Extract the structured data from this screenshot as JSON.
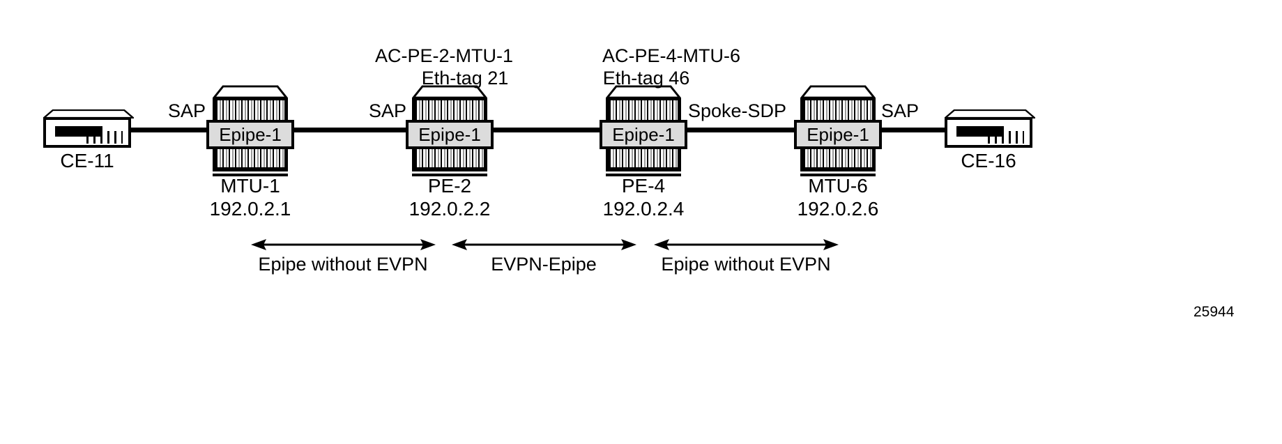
{
  "figure": {
    "number": "25944",
    "type": "network-topology-diagram"
  },
  "nodes": [
    {
      "id": "ce-left",
      "kind": "ce",
      "caption": "CE-11",
      "badge": null,
      "ip": null
    },
    {
      "id": "mtu-1",
      "kind": "router",
      "caption": "MTU-1",
      "badge": "Epipe-1",
      "ip": "192.0.2.1"
    },
    {
      "id": "pe-2",
      "kind": "router",
      "caption": "PE-2",
      "badge": "Epipe-1",
      "ip": "192.0.2.2"
    },
    {
      "id": "pe-4",
      "kind": "router",
      "caption": "PE-4",
      "badge": "Epipe-1",
      "ip": "192.0.2.4"
    },
    {
      "id": "mtu-6",
      "kind": "router",
      "caption": "MTU-6",
      "badge": "Epipe-1",
      "ip": "192.0.2.6"
    },
    {
      "id": "ce-right",
      "kind": "ce",
      "caption": "CE-16",
      "badge": null,
      "ip": null
    }
  ],
  "link_labels": [
    {
      "id": "sap-1",
      "text": "SAP"
    },
    {
      "id": "sap-2",
      "text": "SAP"
    },
    {
      "id": "spoke-sdp",
      "text": "Spoke-SDP"
    },
    {
      "id": "sap-3",
      "text": "SAP"
    }
  ],
  "attachment_circuits": [
    {
      "id": "ac-pe2-mtu1",
      "name": "AC-PE-2-MTU-1",
      "eth_tag": "Eth-tag 21"
    },
    {
      "id": "ac-pe4-mtu6",
      "name": "AC-PE-4-MTU-6",
      "eth_tag": "Eth-tag 46"
    }
  ],
  "spans": [
    {
      "id": "span-left",
      "label": "Epipe without EVPN"
    },
    {
      "id": "span-middle",
      "label": "EVPN-Epipe"
    },
    {
      "id": "span-right",
      "label": "Epipe without EVPN"
    }
  ],
  "colors": {
    "line": "#000000",
    "badge_fill": "#dcdcdc",
    "background": "#ffffff"
  }
}
